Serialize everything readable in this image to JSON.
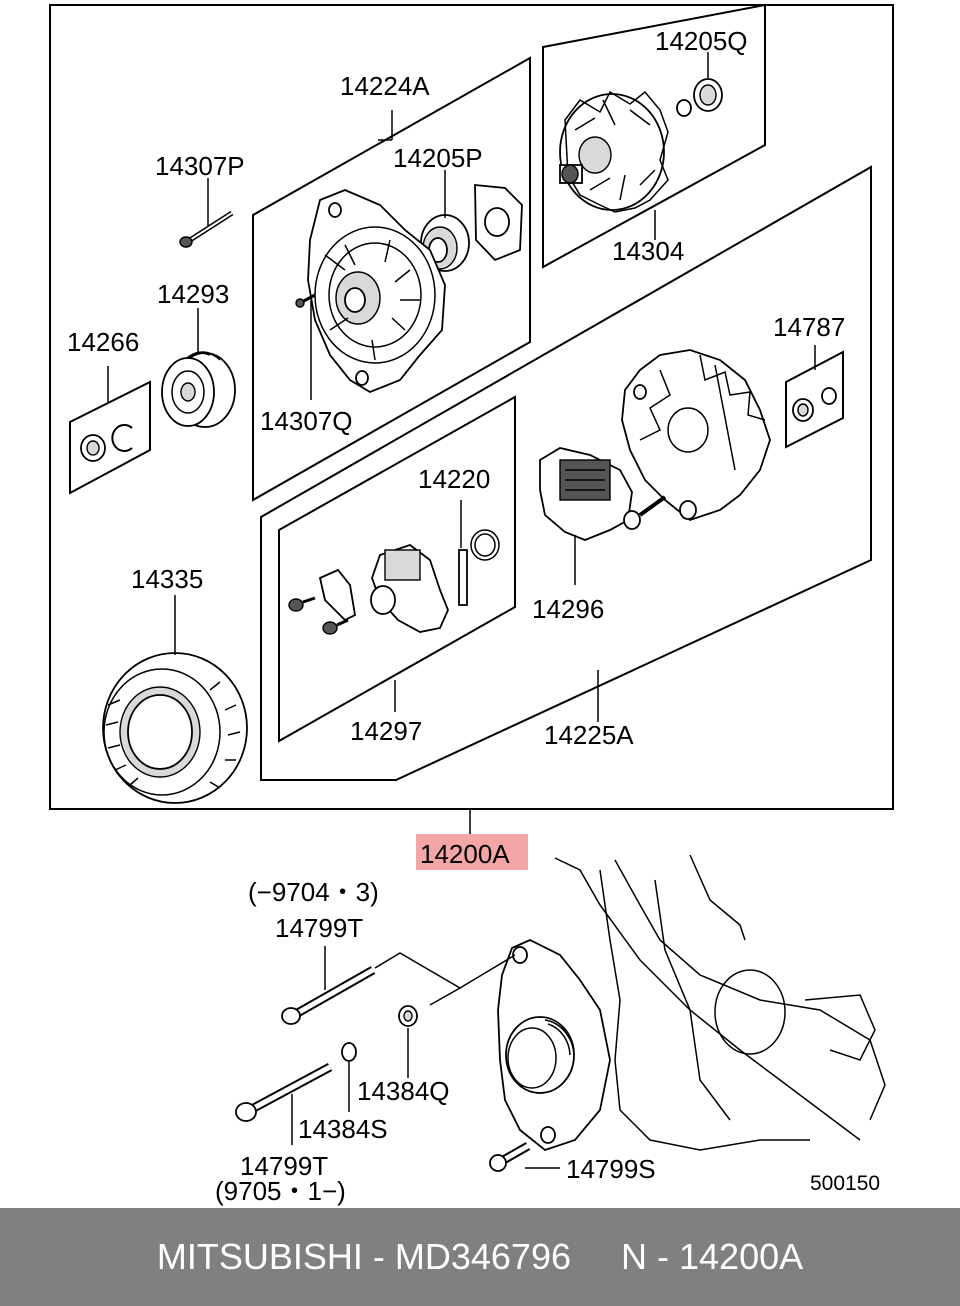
{
  "parts": {
    "p14205Q": "14205Q",
    "p14224A": "14224A",
    "p14205P": "14205P",
    "p14307P": "14307P",
    "p14304": "14304",
    "p14293": "14293",
    "p14266": "14266",
    "p14787": "14787",
    "p14307Q": "14307Q",
    "p14220": "14220",
    "p14296": "14296",
    "p14335": "14335",
    "p14297": "14297",
    "p14225A": "14225A",
    "p14200A": "14200A",
    "date1": "(−9704・3)",
    "p14799T_top": "14799T",
    "p14384Q": "14384Q",
    "p14384S": "14384S",
    "p14799T_bottom": "14799T",
    "date2": "(9705・1−)",
    "p14799S": "14799S",
    "diagram_no": "500150"
  },
  "colors": {
    "highlight": "#f4a6a6",
    "footer_bg": "#808080",
    "footer_text": "#ffffff"
  },
  "footer": {
    "brand": "MITSUBISHI",
    "sep1": " - ",
    "part_number": "MD346796",
    "gap": "     ",
    "ref": "N - 14200A"
  }
}
